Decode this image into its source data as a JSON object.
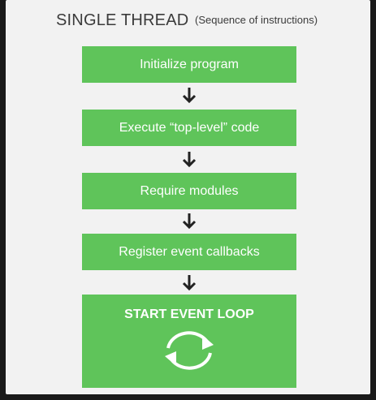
{
  "header": {
    "title": "SINGLE THREAD",
    "subtitle": "(Sequence of instructions)"
  },
  "steps": [
    {
      "label": "Initialize program"
    },
    {
      "label": "Execute “top-level” code"
    },
    {
      "label": "Require modules"
    },
    {
      "label": "Register event callbacks"
    }
  ],
  "final_step": {
    "label": "START EVENT LOOP",
    "icon": "refresh-cycle-icon"
  },
  "colors": {
    "box_fill": "#5fc45a",
    "panel_bg": "#f2f2f2",
    "text_dark": "#3b3b3b",
    "arrow": "#222222"
  }
}
